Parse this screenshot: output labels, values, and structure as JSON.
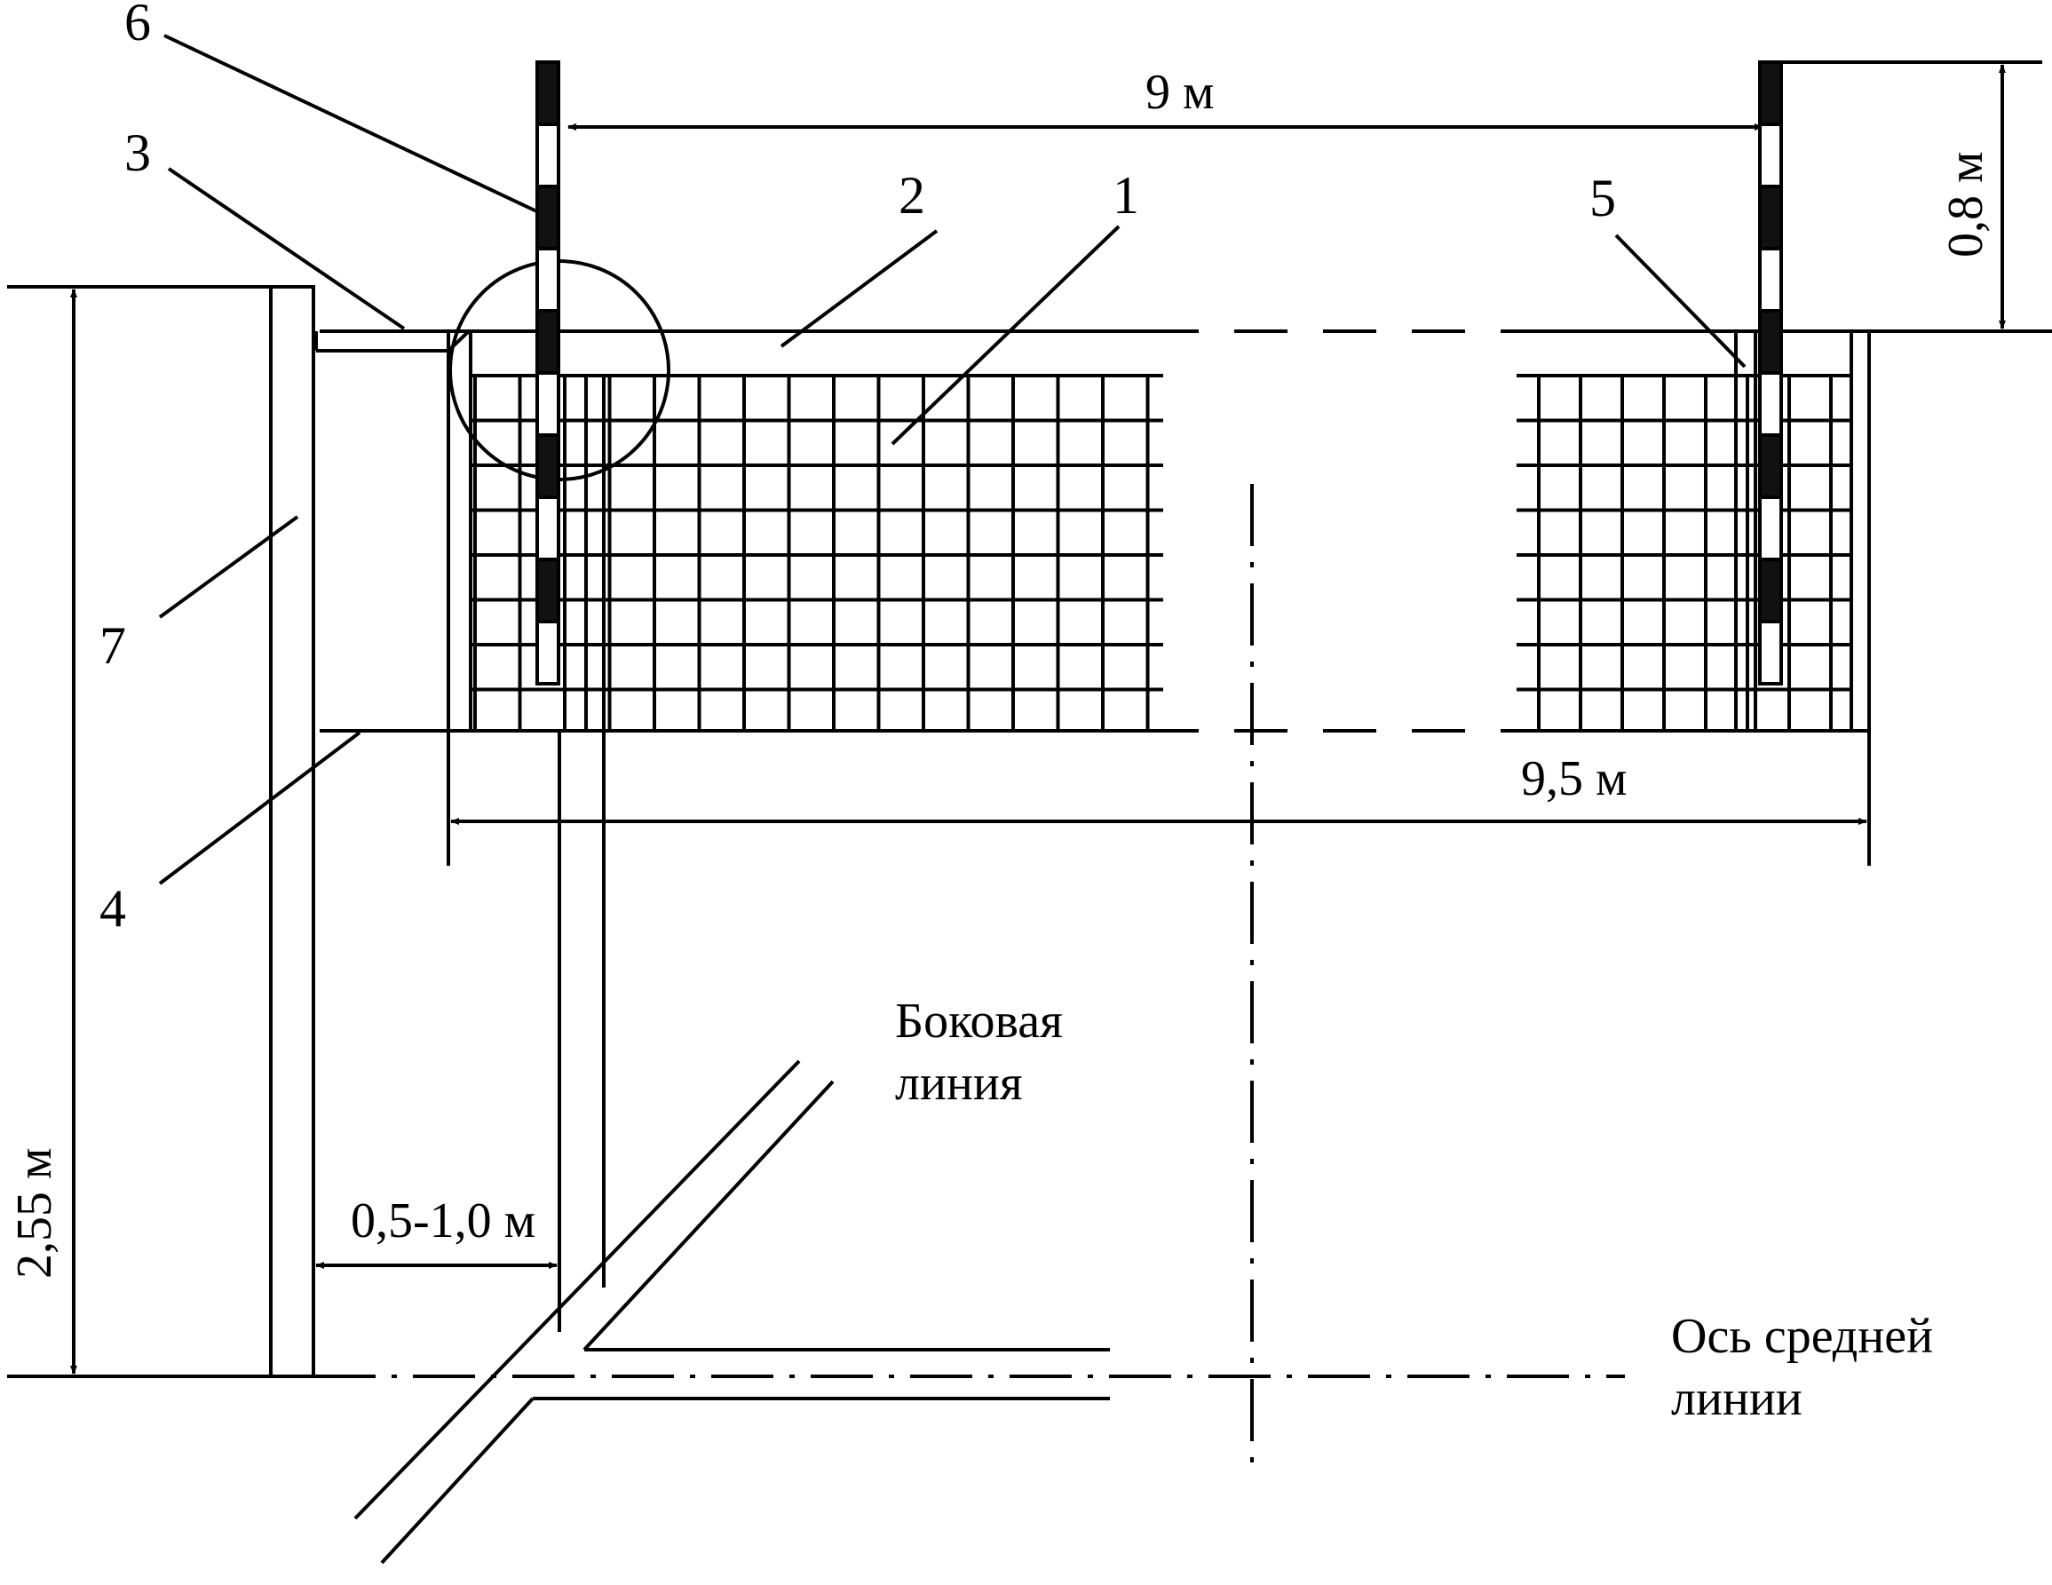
{
  "labels": {
    "n1": "1",
    "n2": "2",
    "n3": "3",
    "n4": "4",
    "n5": "5",
    "n6": "6",
    "n7": "7"
  },
  "dimensions": {
    "antenna_spacing": "9 м",
    "net_length": "9,5 м",
    "antenna_height": "0,8 м",
    "post_height": "2,55 м",
    "post_offset": "0,5-1,0 м"
  },
  "text": {
    "side_line_1": "Боковая",
    "side_line_2": "линия",
    "center_axis_1": "Ось средней",
    "center_axis_2": "линии"
  },
  "colors": {
    "ink": "#000000",
    "antenna_dark": "#111111",
    "paper": "#ffffff"
  }
}
